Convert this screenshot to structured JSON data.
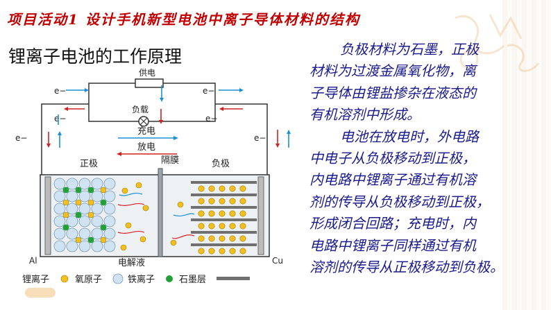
{
  "banner": "项目活动1  设计手机新型电池中离子导体材料的结构",
  "subtitle": "锂离子电池的工作原理",
  "diagram": {
    "supply_label": "供电",
    "load_label": "负载",
    "charge_label": "充电",
    "discharge_label": "放电",
    "electron_label": "e−",
    "positive_label": "正极",
    "separator_label": "隔膜",
    "negative_label": "负极",
    "al_label": "Al",
    "cu_label": "Cu",
    "electrolyte_label": "电解液",
    "legend": {
      "li_ion": "锂离子",
      "oxygen": "氧原子",
      "iron_ion": "铁离子",
      "graphite": "石墨层"
    },
    "colors": {
      "li_ion": "#f0c020",
      "oxygen": "#cfe3f2",
      "iron_ion": "#23a03a",
      "graphite": "#707070",
      "discharge_arrow": "#d32020",
      "charge_arrow": "#1a8fd6"
    }
  },
  "text": {
    "paragraph1": [
      "负极材料为石墨，正极",
      "材料为过渡金属氧化物，离",
      "子导体由锂盐掺杂在液态的",
      "有机溶剂中形成。"
    ],
    "paragraph2": [
      "电池在放电时，外电路",
      "中电子从负极移动到正极，",
      "内电路中锂离子通过有机溶",
      "剂的传导从负极移动到正极，",
      "形成闭合回路；充电时，内",
      "电路中锂离子同样通过有机",
      "溶剂的传导从正极移动到负极。"
    ]
  }
}
